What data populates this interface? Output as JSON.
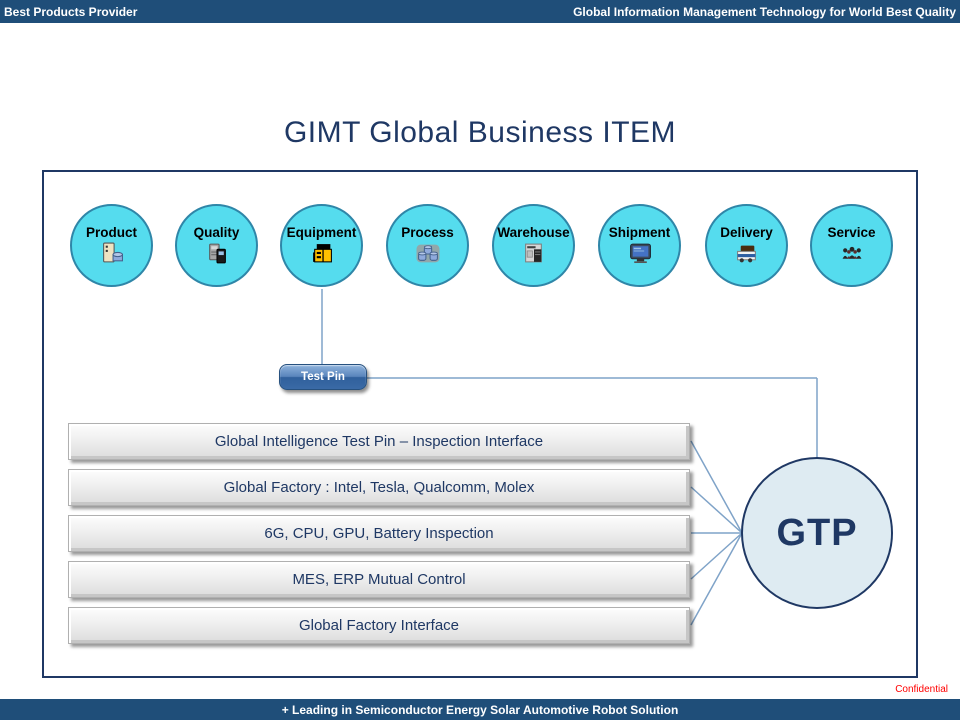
{
  "header": {
    "left": "Best Products Provider",
    "right": "Global Information Management Technology for World Best Quality"
  },
  "title": "GIMT Global Business ITEM",
  "diagram": {
    "circles": [
      {
        "label": "Product",
        "icon": "product-icon"
      },
      {
        "label": "Quality",
        "icon": "quality-icon"
      },
      {
        "label": "Equipment",
        "icon": "equipment-icon"
      },
      {
        "label": "Process",
        "icon": "process-icon"
      },
      {
        "label": "Warehouse",
        "icon": "warehouse-icon"
      },
      {
        "label": "Shipment",
        "icon": "shipment-icon"
      },
      {
        "label": "Delivery",
        "icon": "delivery-icon"
      },
      {
        "label": "Service",
        "icon": "service-icon"
      }
    ],
    "test_pin": {
      "label": "Test Pin"
    },
    "bars": [
      {
        "label": "Global Intelligence Test Pin – Inspection Interface"
      },
      {
        "label": "Global Factory : Intel, Tesla, Qualcomm, Molex"
      },
      {
        "label": "6G, CPU, GPU, Battery Inspection"
      },
      {
        "label": "MES, ERP Mutual Control"
      },
      {
        "label": "Global Factory Interface"
      }
    ],
    "gtp": {
      "label": "GTP"
    }
  },
  "footer": {
    "confidential": "Confidential",
    "banner": "+ Leading in Semiconductor Energy Solar Automotive Robot Solution"
  },
  "colors": {
    "navy_bar": "#1F4E79",
    "navy_text": "#1F3864",
    "circle_fill": "#55DCEE",
    "circle_border": "#2F86A8",
    "connector_line": "#7FA3C8",
    "gtp_fill": "#DEEBF2",
    "testpin_blue": "#3A6AA6",
    "confidential_red": "#FF0000"
  }
}
